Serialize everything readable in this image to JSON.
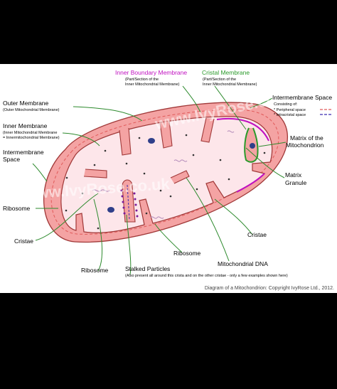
{
  "labels": {
    "outer_membrane": "Outer Membrane",
    "outer_membrane_sub": "(Outer Mitochondrial Membrane)",
    "inner_membrane": "Inner Membrane",
    "inner_membrane_sub1": "(Inner Mitochondrial Membrane",
    "inner_membrane_sub2": "= Innermitochondrial Membrane)",
    "intermembrane_space_left_1": "Intermembrane",
    "intermembrane_space_left_2": "Space",
    "ribosome_left": "Ribosome",
    "cristae_left": "Cristae",
    "ribosome_bottom_left": "Ribosome",
    "stalked_particles": "Stalked Particles",
    "stalked_particles_sub": "(Also present all around this crista and on the other cristae - only a few examples shown here)",
    "ribosome_bottom": "Ribosome",
    "mitochondrial_dna": "Mitochondrial DNA",
    "cristae_right": "Cristae",
    "matrix_granule_1": "Matrix",
    "matrix_granule_2": "Granule",
    "matrix_1": "Matrix of the",
    "matrix_2": "Mitochondrion",
    "inner_boundary_membrane": "Inner Boundary Membrane",
    "inner_boundary_sub1": "(Part/Section of the",
    "inner_boundary_sub2": "Inner Mitochondrial Membrane)",
    "cristal_membrane": "Cristal Membrane",
    "cristal_sub1": "(Part/Section of the",
    "cristal_sub2": "Inner Mitochondrial Membrane)",
    "intermembrane_space_right": "Intermembrane Space",
    "consisting_of": "Consisting of:",
    "peripheral_space": "* Peripheral space",
    "intracristal_space": "* Intracristal space"
  },
  "watermark": "www.IvyRose.co.uk",
  "caption": "Diagram of a Mitochondrion: Copyright IvyRose Ltd., 2012.",
  "colors": {
    "outer_membrane": "#f4a3a3",
    "matrix": "#fde6ea",
    "membrane_stroke": "#a03838",
    "inner_boundary": "#c010c0",
    "cristal": "#2a9a2a",
    "peripheral_space": "#e05a5a",
    "intracristal_space": "#3a2ab0",
    "granule": "#2f3f8a",
    "leader_lines": "#2d8a2d"
  }
}
